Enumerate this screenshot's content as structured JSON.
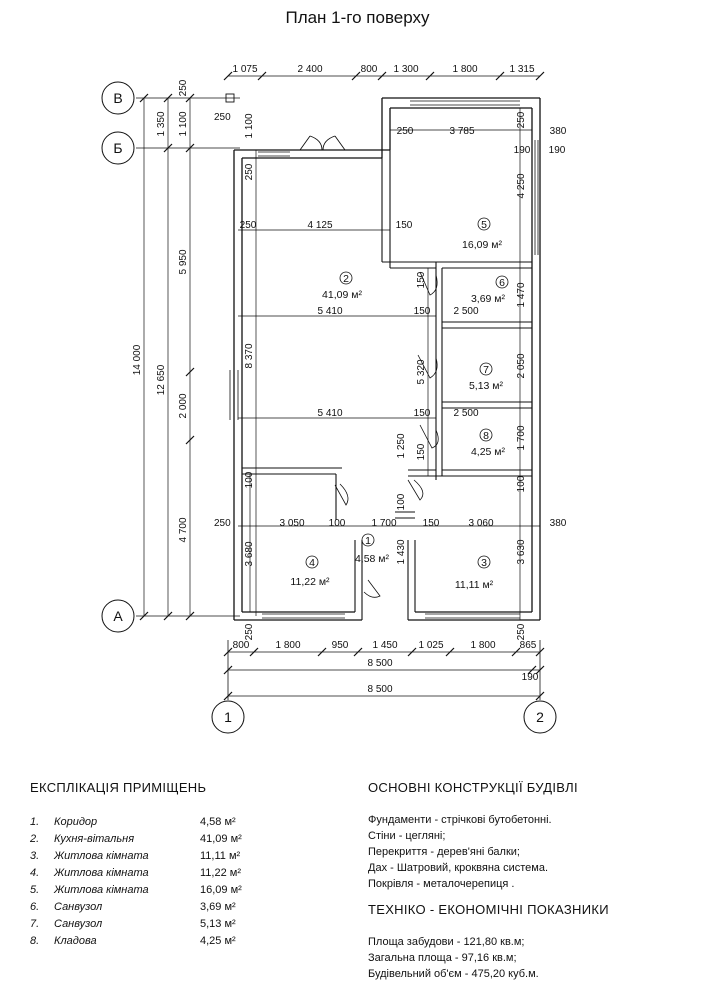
{
  "title": "План 1-го поверху",
  "axes": {
    "rows": [
      "В",
      "Б",
      "А"
    ],
    "cols": [
      "1",
      "2"
    ]
  },
  "dims": {
    "top": [
      "1 075",
      "2 400",
      "800",
      "1 300",
      "1 800",
      "1 315"
    ],
    "bottom1": [
      "800",
      "1 800",
      "950",
      "1 450",
      "1 025",
      "1 800",
      "865"
    ],
    "bottom_total_inner": "8 500",
    "bottom_190": "190",
    "bottom_total_outer": "8 500",
    "left_outer": "14 000",
    "left_mid": "12 650",
    "left_parts": [
      "1 350",
      "5 950",
      "2 000",
      "4 700"
    ],
    "left_top": [
      "250",
      "1 100"
    ],
    "inner": {
      "w250a": "250",
      "w1100": "1 100",
      "w250b": "250",
      "w3785": "3 785",
      "w250c": "250",
      "w380a": "380",
      "w190a": "190",
      "w190b": "190",
      "w250d": "250",
      "w4250": "4 250",
      "w250e": "250",
      "w4125": "4 125",
      "w150a": "150",
      "w150b": "150",
      "w1470": "1 470",
      "w5410a": "5 410",
      "w150c": "150",
      "w2500a": "2 500",
      "w8370": "8 370",
      "w5320": "5 320",
      "w2050": "2 050",
      "w5410b": "5 410",
      "w150d": "150",
      "w2500b": "2 500",
      "w1250": "1 250",
      "w150e": "150",
      "w1700a": "1 700",
      "w100a": "100",
      "w100b": "100",
      "w100c": "100",
      "w250f": "250",
      "w3050": "3 050",
      "w100d": "100",
      "w1700b": "1 700",
      "w150f": "150",
      "w3060": "3 060",
      "w380b": "380",
      "w3680": "3 680",
      "w1430": "1 430",
      "w3630": "3 630",
      "w250g": "250",
      "w250h": "250"
    }
  },
  "rooms": [
    {
      "num": "1",
      "area": "4,58 м²"
    },
    {
      "num": "2",
      "area": "41,09 м²"
    },
    {
      "num": "3",
      "area": "11,11 м²"
    },
    {
      "num": "4",
      "area": "11,22 м²"
    },
    {
      "num": "5",
      "area": "16,09 м²"
    },
    {
      "num": "6",
      "area": "3,69 м²"
    },
    {
      "num": "7",
      "area": "5,13 м²"
    },
    {
      "num": "8",
      "area": "4,25 м²"
    }
  ],
  "explication": {
    "heading": "ЕКСПЛІКАЦІЯ ПРИМІЩЕНЬ",
    "rows": [
      {
        "num": "1.",
        "name": "Коридор",
        "area": "4,58 м²"
      },
      {
        "num": "2.",
        "name": "Кухня-вітальня",
        "area": "41,09 м²"
      },
      {
        "num": "3.",
        "name": "Житлова кімната",
        "area": "11,11 м²"
      },
      {
        "num": "4.",
        "name": "Житлова кімната",
        "area": "11,22 м²"
      },
      {
        "num": "5.",
        "name": "Житлова кімната",
        "area": "16,09 м²"
      },
      {
        "num": "6.",
        "name": "Санвузол",
        "area": "3,69 м²"
      },
      {
        "num": "7.",
        "name": "Санвузол",
        "area": "5,13 м²"
      },
      {
        "num": "8.",
        "name": "Кладова",
        "area": "4,25 м²"
      }
    ]
  },
  "constructions": {
    "heading": "ОСНОВНІ КОНСТРУКЦІЇ БУДІВЛІ",
    "rows": [
      "Фундаменти - стрічкові бутобетонні.",
      "Стіни -  цегляні;",
      "Перекриття - дерев'яні балки;",
      "Дах - Шатровий, кроквяна система.",
      "Покрівля - металочерепиця ."
    ]
  },
  "indicators": {
    "heading": "ТЕХНІКО - ЕКОНОМІЧНІ ПОКАЗНИКИ",
    "rows": [
      "Площа забудови -   121,80 кв.м;",
      "Загальна площа -   97,16 кв.м;",
      "Будівельний об'єм - 475,20 куб.м."
    ]
  }
}
